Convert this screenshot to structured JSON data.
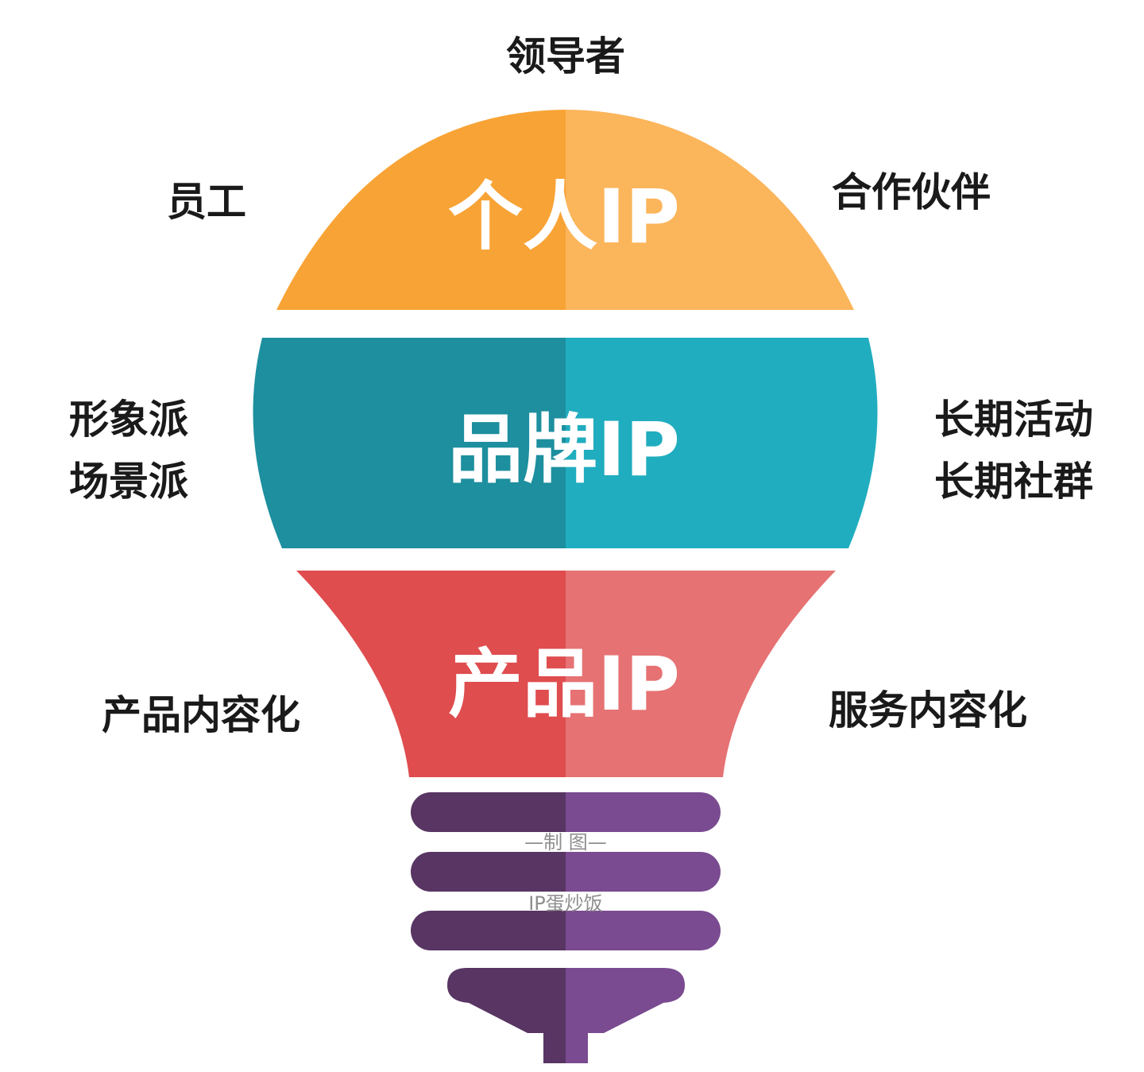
{
  "colors": {
    "orange_left": "#f8a335",
    "orange_right": "#fbb55b",
    "teal_left": "#1d8f9f",
    "teal_right": "#20adbf",
    "red_left": "#df4d4f",
    "red_right": "#e67273",
    "purple_left": "#583563",
    "purple_right": "#7a4b90",
    "text": "#1a1a1a"
  },
  "bands": {
    "top": "个人IP",
    "middle": "品牌IP",
    "bottom": "产品IP"
  },
  "labels": {
    "top_center": "领导者",
    "top_left": "员工",
    "top_right": "合作伙伴",
    "middle_left": [
      "形象派",
      "场景派"
    ],
    "middle_right": [
      "长期活动",
      "长期社群"
    ],
    "bottom_left": "产品内容化",
    "bottom_right": "服务内容化"
  },
  "watermark": {
    "line1": "—制 图—",
    "line2": "IP蛋炒饭"
  }
}
